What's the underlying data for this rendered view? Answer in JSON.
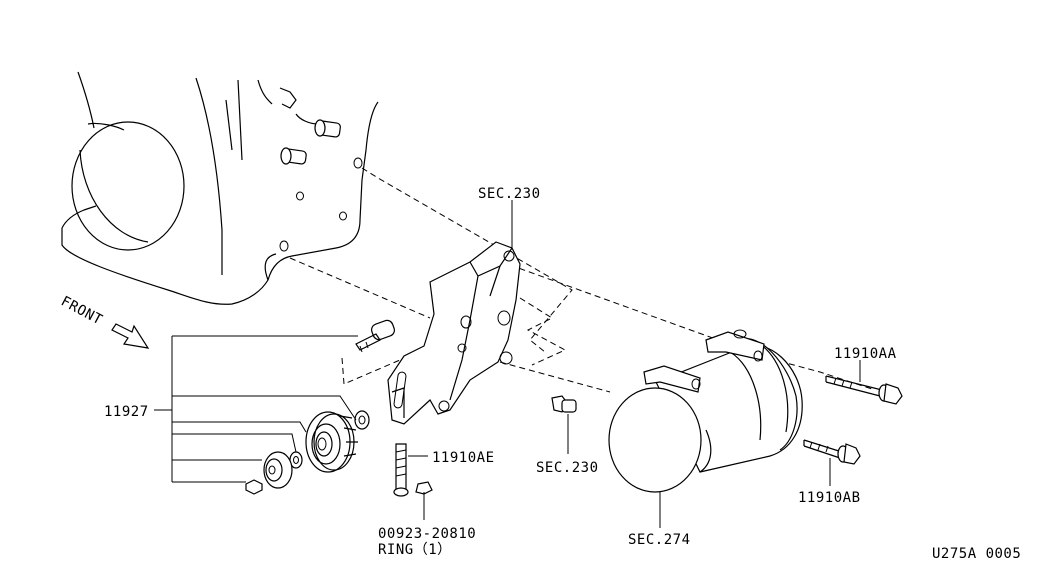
{
  "labels": {
    "front": "FRONT",
    "sec230_top": "SEC.230",
    "sec230_bolt": "SEC.230",
    "sec274": "SEC.274",
    "part_11927": "11927",
    "part_11910AA": "11910AA",
    "part_11910AB": "11910AB",
    "part_11910AE": "11910AE",
    "part_00923": "00923-20810",
    "ring": "RING（1）",
    "drawing_id": "U275A 0005"
  }
}
